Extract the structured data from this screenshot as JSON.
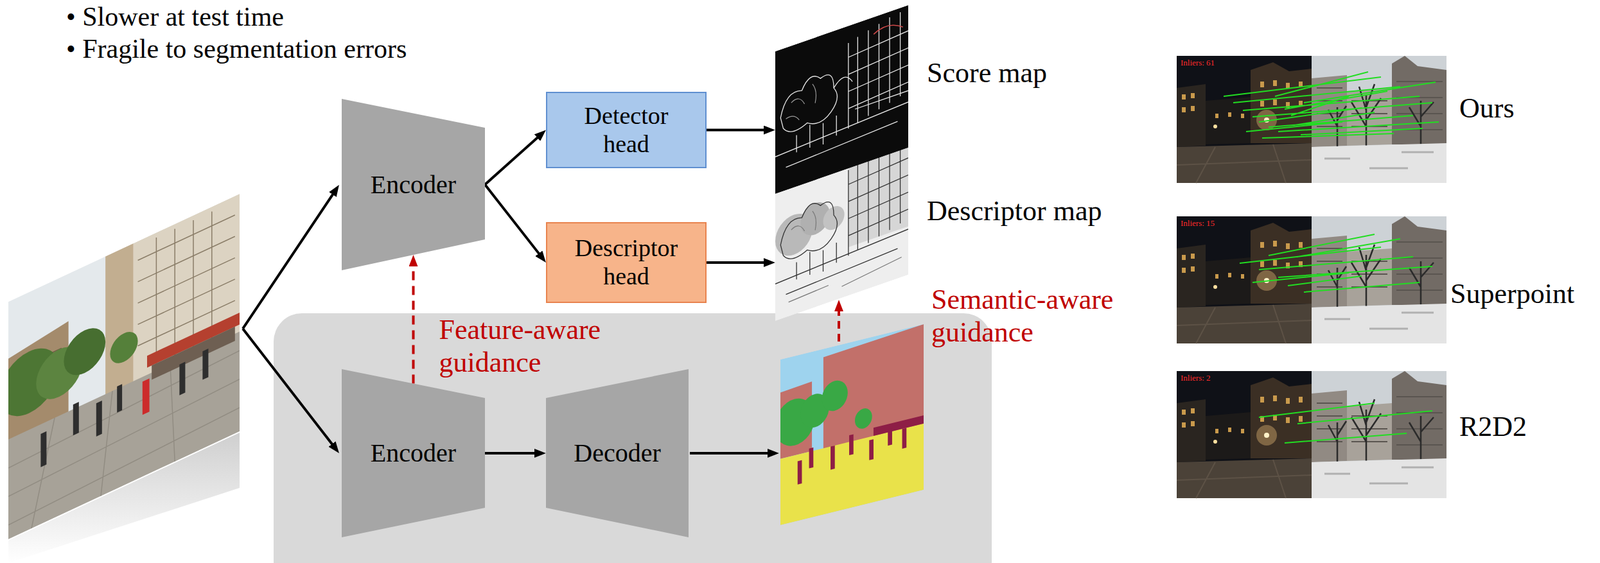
{
  "diagram": {
    "nodes": [
      {
        "text": [
          "Encoder"
        ]
      },
      {
        "text": [
          "Detector head"
        ]
      },
      {
        "text": [
          "Descriptor head"
        ]
      },
      {
        "text": [
          "Score map"
        ]
      },
      {
        "text": [
          "Descriptor map"
        ]
      },
      {
        "text": [
          "Encoder"
        ]
      },
      {
        "text": [
          "Decoder"
        ]
      }
    ],
    "edges": [
      {
        "from": 0,
        "to": 1,
        "arrow": "to"
      },
      {
        "from": 0,
        "to": 2,
        "arrow": "to"
      },
      {
        "from": 1,
        "to": 3,
        "arrow": "to"
      },
      {
        "from": 2,
        "to": 4,
        "arrow": "to"
      },
      {
        "from": 5,
        "to": 6,
        "arrow": "to"
      },
      {
        "from": 5,
        "to": 0,
        "arrow": "to",
        "label": "Feature-aware guidance"
      }
    ],
    "labels": [
      "• Slower at test time",
      "• Fragile to segmentation errors",
      "Semantic-aware guidance",
      "Ours",
      "Superpoint",
      "R2D2",
      "Inliers: 61",
      "Inliers: 15",
      "Inliers: 2"
    ]
  }
}
